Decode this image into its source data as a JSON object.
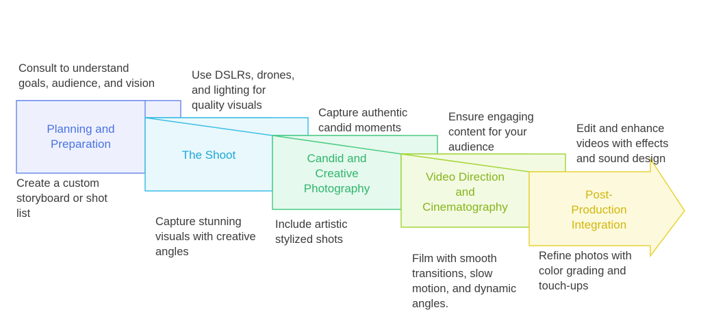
{
  "colors": {
    "step1_fill": "#EEF1FD",
    "step1_stroke": "#6F8CEB",
    "step1_text": "#4A72E2",
    "step2_fill": "#E8F8FD",
    "step2_stroke": "#3CBEE5",
    "step2_text": "#1EA7D6",
    "step3_fill": "#E6F9EE",
    "step3_stroke": "#4CCB86",
    "step3_text": "#2FB56C",
    "step4_fill": "#F3FAE2",
    "step4_stroke": "#A4D63B",
    "step4_text": "#86B51E",
    "step5_fill": "#FCF9DC",
    "step5_stroke": "#E8D33A",
    "step5_text": "#D2B70F"
  },
  "steps": [
    {
      "title": [
        "Planning and",
        "Preparation"
      ],
      "note_top": [
        "Consult to understand",
        "goals, audience, and vision"
      ],
      "note_bottom": [
        "Create a custom",
        "storyboard or shot",
        "list"
      ]
    },
    {
      "title": [
        "The Shoot"
      ],
      "note_top": [
        "Use DSLRs, drones,",
        "and lighting for",
        "quality visuals"
      ],
      "note_bottom": [
        "Capture stunning",
        "visuals with creative",
        "angles"
      ]
    },
    {
      "title": [
        "Candid and",
        "Creative",
        "Photography"
      ],
      "note_top": [
        "Capture authentic",
        "candid moments"
      ],
      "note_bottom": [
        "Include artistic",
        "stylized shots"
      ]
    },
    {
      "title": [
        "Video Direction",
        "and",
        "Cinematography"
      ],
      "note_top": [
        "Ensure engaging",
        "content for your",
        "audience"
      ],
      "note_bottom": [
        "Film with smooth",
        "transitions, slow",
        "motion, and dynamic",
        "angles."
      ]
    },
    {
      "title": [
        "Post-",
        "Production",
        "Integration"
      ],
      "note_top": [
        "Edit and enhance",
        "videos with effects",
        "and sound design"
      ],
      "note_bottom": [
        "Refine photos with",
        "color grading and",
        "touch-ups"
      ]
    }
  ]
}
